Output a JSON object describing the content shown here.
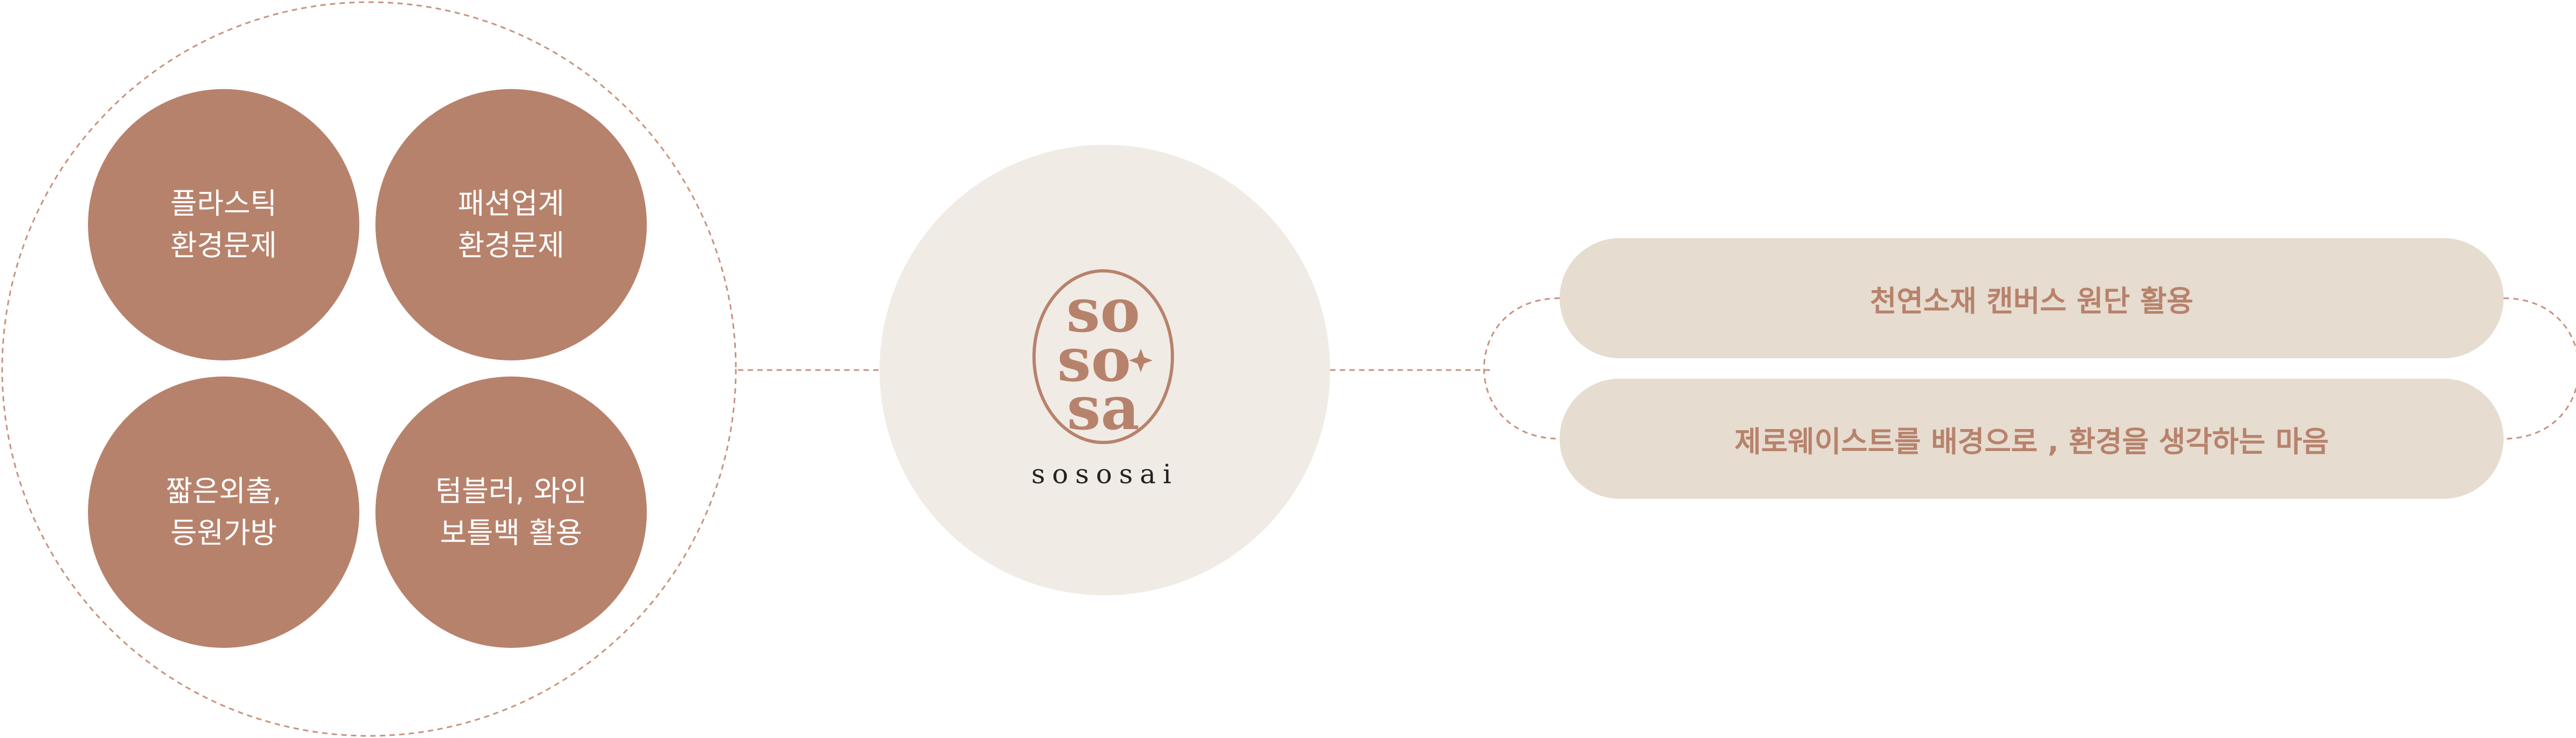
{
  "issues": [
    {
      "line1": "플라스틱",
      "line2": "환경문제"
    },
    {
      "line1": "패션업계",
      "line2": "환경문제"
    },
    {
      "line1": "짧은외출,",
      "line2": "등원가방"
    },
    {
      "line1": "텀블러, 와인",
      "line2": "보틀백 활용"
    }
  ],
  "brand": {
    "logo_letters": [
      "so",
      "so",
      "sa"
    ],
    "name": "sososai"
  },
  "solutions": [
    {
      "label": "천연소재 캔버스 원단 활용"
    },
    {
      "label": "제로웨이스트를 배경으로 , 환경을 생각하는 마음"
    }
  ],
  "colors": {
    "terracotta": "#b7826c",
    "cream": "#f0ebe5",
    "beige": "#e6dccf",
    "dashed_line": "#c8927c"
  }
}
